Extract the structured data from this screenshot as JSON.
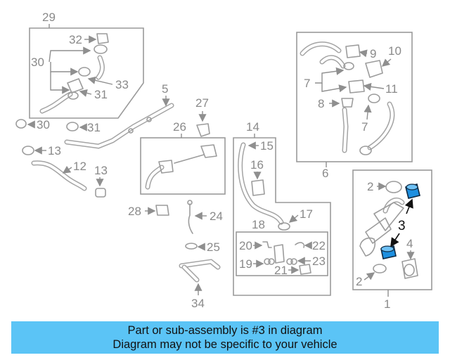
{
  "diagram": {
    "callouts": {
      "n1": "1",
      "n2a": "2",
      "n2b": "2",
      "n3": "3",
      "n4": "4",
      "n5": "5",
      "n6": "6",
      "n7a": "7",
      "n7b": "7",
      "n8": "8",
      "n9": "9",
      "n10": "10",
      "n11": "11",
      "n12": "12",
      "n13a": "13",
      "n13b": "13",
      "n14": "14",
      "n15": "15",
      "n16": "16",
      "n17": "17",
      "n18": "18",
      "n19": "19",
      "n20": "20",
      "n21": "21",
      "n22": "22",
      "n23": "23",
      "n24": "24",
      "n25": "25",
      "n26": "26",
      "n27": "27",
      "n28": "28",
      "n29": "29",
      "n30a": "30",
      "n30b": "30",
      "n31a": "31",
      "n31b": "31",
      "n32": "32",
      "n33": "33",
      "n34": "34"
    },
    "highlight_color": "#1d8fe0"
  },
  "banner": {
    "line1": "Part or sub-assembly is #3 in diagram",
    "line2": "Diagram may not be specific to your vehicle",
    "color": "#5bc4f6"
  }
}
